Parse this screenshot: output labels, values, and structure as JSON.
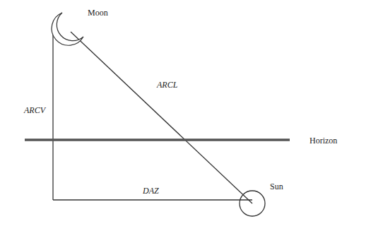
{
  "diagram": {
    "labels": [
      "Moon",
      "ARCV",
      "ARCL",
      "Horizon",
      "DAZ",
      "Sun"
    ]
  }
}
